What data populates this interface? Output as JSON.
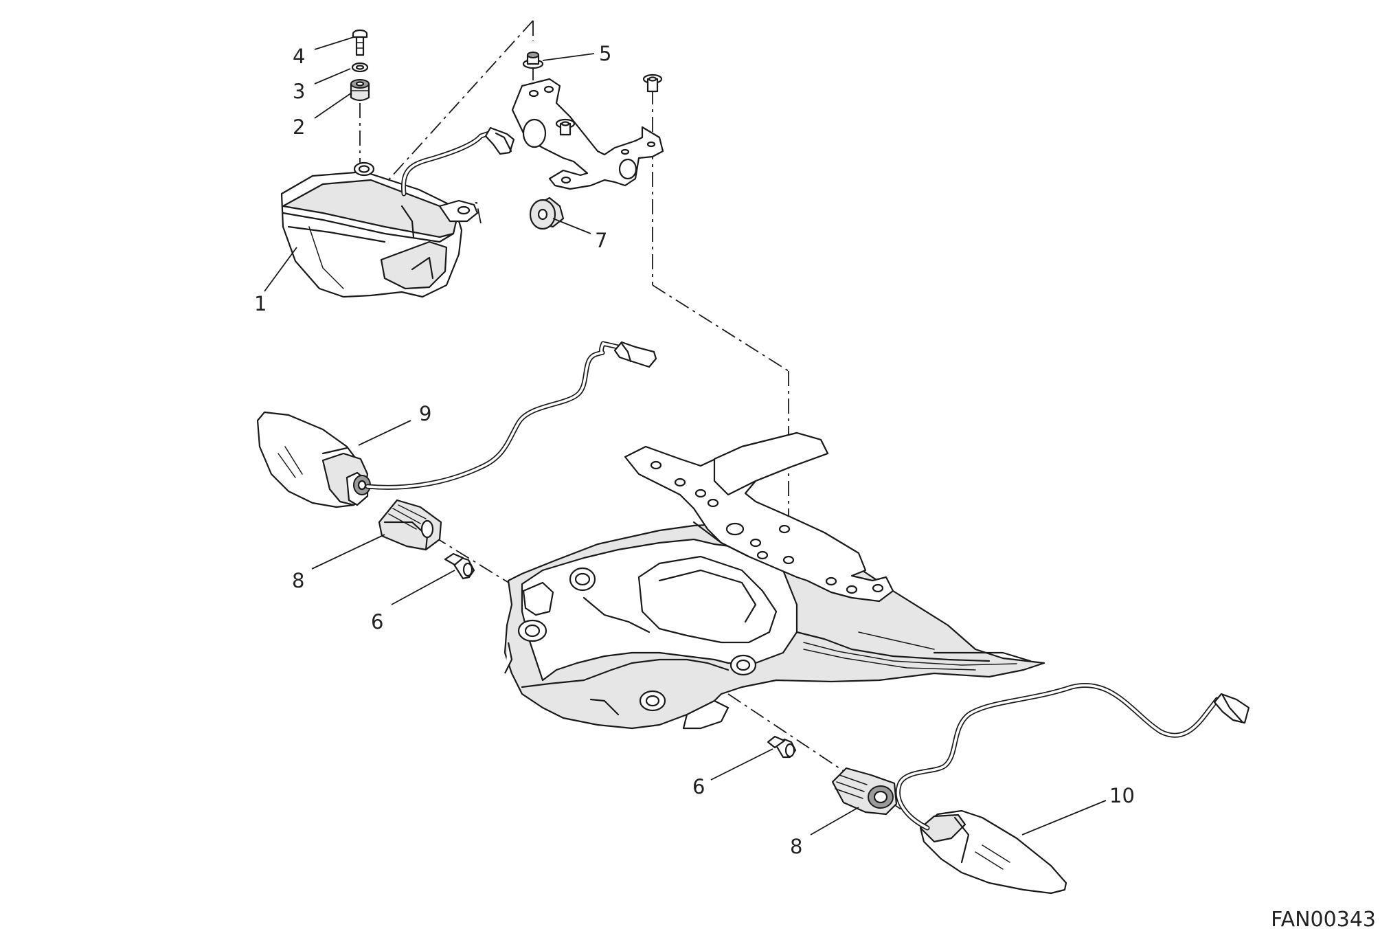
{
  "diagram": {
    "callouts": [
      "1",
      "2",
      "3",
      "4",
      "5",
      "6",
      "7",
      "8",
      "9",
      "10"
    ],
    "drawing_code": "FAN00343"
  },
  "colors": {
    "line": "#1a1a1a",
    "background": "#ffffff",
    "shade": "#e6e6e6"
  }
}
